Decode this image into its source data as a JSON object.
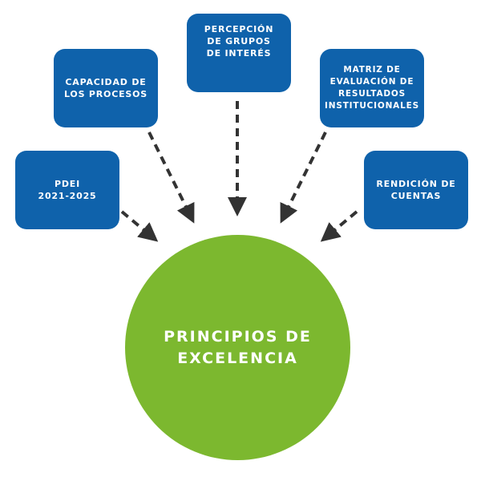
{
  "inputs": [
    {
      "label": "PDEI\n2021-2025"
    },
    {
      "label": "CAPACIDAD DE\nLOS PROCESOS"
    },
    {
      "label": "PERCEPCIÓN\nDE GRUPOS\nDE INTERÉS"
    },
    {
      "label": "MATRIZ DE\nEVALUACIÓN DE\nRESULTADOS\nINSTITUCIONALES"
    },
    {
      "label": "RENDICIÓN DE\nCUENTAS"
    }
  ],
  "center": {
    "label": "PRINCIPIOS DE\nEXCELENCIA"
  },
  "colors": {
    "box": "#0f62ab",
    "center": "#7cb82f",
    "arrow": "#333333"
  }
}
